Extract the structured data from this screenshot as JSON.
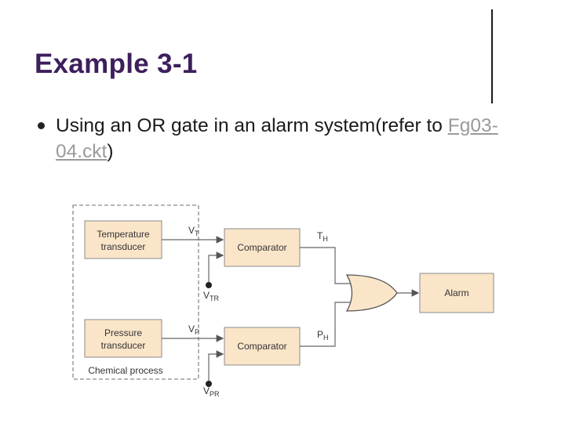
{
  "slide": {
    "title": "Example 3-1",
    "bullet_text": "Using an OR gate in an alarm system(refer to",
    "link_text": "Fg03-04.ckt",
    "after_link": ")"
  },
  "diagram": {
    "temp_line1": "Temperature",
    "temp_line2": "transducer",
    "pressure_line1": "Pressure",
    "pressure_line2": "transducer",
    "process_label": "Chemical process",
    "comparator1": "Comparator",
    "comparator2": "Comparator",
    "alarm": "Alarm",
    "vt_main": "V",
    "vt_sub": "T",
    "vtr_main": "V",
    "vtr_sub": "TR",
    "vp_main": "V",
    "vp_sub": "P",
    "vpr_main": "V",
    "vpr_sub": "PR",
    "th_main": "T",
    "th_sub": "H",
    "ph_main": "P",
    "ph_sub": "H"
  },
  "colors": {
    "title": "#3d1f5c",
    "box_fill": "#fbe5c9",
    "box_stroke": "#8a8a8a",
    "line": "#666666",
    "link": "#9a9a9a"
  }
}
